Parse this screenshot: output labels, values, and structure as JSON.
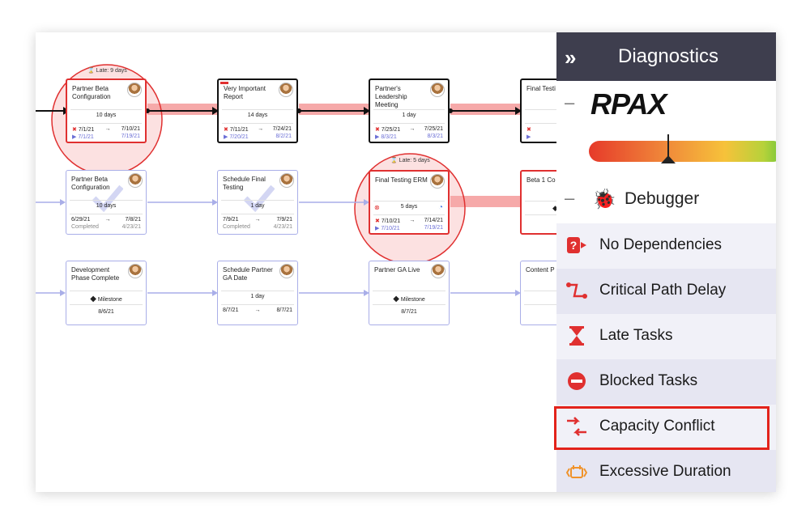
{
  "panel": {
    "title": "Diagnostics",
    "logo": "RPAX",
    "debugger_label": "Debugger",
    "items": [
      {
        "label": "No Dependencies",
        "icon": "no-dependencies-icon"
      },
      {
        "label": "Critical Path Delay",
        "icon": "critical-path-icon"
      },
      {
        "label": "Late Tasks",
        "icon": "hourglass-icon"
      },
      {
        "label": "Blocked Tasks",
        "icon": "blocked-icon"
      },
      {
        "label": "Capacity Conflict",
        "icon": "capacity-conflict-icon"
      },
      {
        "label": "Excessive Duration",
        "icon": "excessive-duration-icon"
      }
    ],
    "gauge_level": 0.41,
    "highlighted": "Capacity Conflict"
  },
  "badges": {
    "late1": "Late: 9 days",
    "late2": "Late: 5 days"
  },
  "cards": {
    "c1": {
      "title": "Partner Beta Configuration",
      "duration": "10 days",
      "start": "7/1/21",
      "end": "7/10/21",
      "bstart": "7/1/21",
      "bend": "7/19/21"
    },
    "c2": {
      "title": "Very Important Report",
      "duration": "14 days",
      "start": "7/11/21",
      "end": "7/24/21",
      "bstart": "7/20/21",
      "bend": "8/2/21"
    },
    "c3": {
      "title": "Partner's Leadership Meeting",
      "duration": "1 day",
      "start": "7/25/21",
      "end": "7/25/21",
      "bstart": "8/3/21",
      "bend": "8/3/21"
    },
    "c4": {
      "title": "Final Testi"
    },
    "c5": {
      "title": "Partner Beta Configuration",
      "duration": "10 days",
      "start": "6/29/21",
      "end": "7/8/21",
      "status": "Completed",
      "sdate": "4/23/21"
    },
    "c6": {
      "title": "Schedule Final Testing",
      "duration": "1 day",
      "start": "7/9/21",
      "end": "7/9/21",
      "status": "Completed",
      "sdate": "4/23/21"
    },
    "c7": {
      "title": "Final Testing ERM",
      "duration": "5 days",
      "start": "7/10/21",
      "end": "7/14/21",
      "bstart": "7/10/21",
      "bend": "7/19/21"
    },
    "c8": {
      "title": "Beta 1 Co"
    },
    "c9": {
      "title": "Development Phase Complete",
      "milestone": "Milestone",
      "date": "8/6/21"
    },
    "c10": {
      "title": "Schedule Partner GA Date",
      "duration": "1 day",
      "start": "8/7/21",
      "end": "8/7/21"
    },
    "c11": {
      "title": "Partner  GA Live",
      "milestone": "Milestone",
      "date": "8/7/21"
    },
    "c12": {
      "title": "Content P Creation"
    }
  },
  "colors": {
    "critical": "#e03030",
    "link": "#a9aee8",
    "panel_header": "#3e3e4e",
    "highlight": "#e3231b"
  }
}
